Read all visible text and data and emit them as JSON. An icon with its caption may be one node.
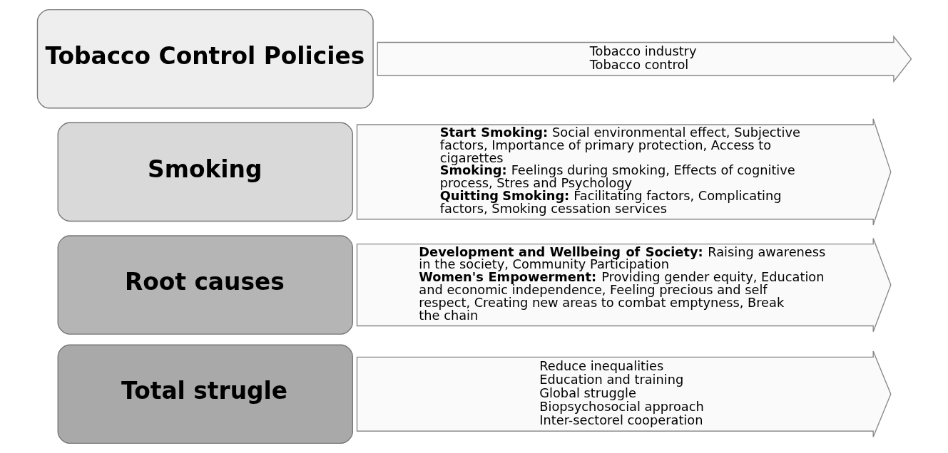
{
  "diagram": {
    "nodes": [
      {
        "text": [
          "Tobacco Control Policies"
        ]
      },
      {
        "text": [
          "Tobacco industry",
          "Tobacco control"
        ]
      },
      {
        "text": [
          "Smoking"
        ]
      },
      {
        "text": [
          "**Start Smoking:** Social environmental effect, Subjective factors, Importance of primary protection, Access to cigarettes",
          "**Smoking:** Feelings during smoking, Effects of cognitive process, Stres and Psychology",
          "**Quitting Smoking:** Facilitating factors, Complicating factors, Smoking cessation services"
        ]
      },
      {
        "text": [
          "Root causes"
        ]
      },
      {
        "text": [
          "**Development and Wellbeing of Society:** Raising awareness in the society, Community Participation",
          "**Women's Empowerment:** Providing gender equity, Education and economic independence, Feeling precious and self respect, Creating new areas to combat emptyness, Break the chain"
        ]
      },
      {
        "text": [
          "Total strugle"
        ]
      },
      {
        "text": [
          "Reduce inequalities",
          "Education and training",
          "Global struggle",
          "Biopsychosocial approach",
          "Inter-sectorel cooperation"
        ]
      }
    ],
    "edges": []
  }
}
